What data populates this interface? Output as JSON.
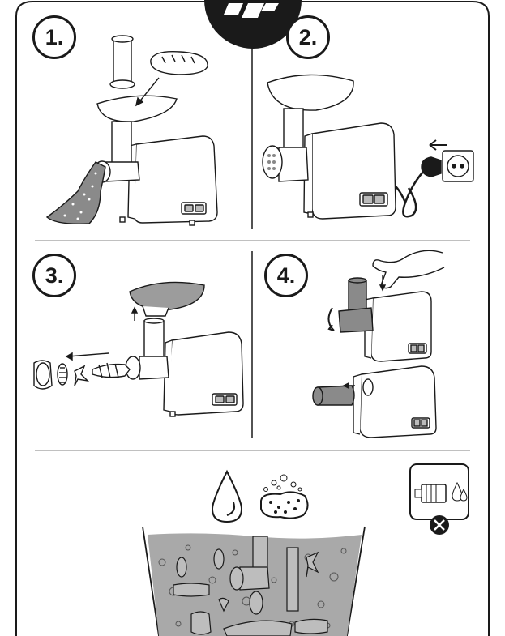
{
  "steps": [
    {
      "number_label": "1."
    },
    {
      "number_label": "2."
    },
    {
      "number_label": "3."
    },
    {
      "number_label": "4."
    }
  ],
  "colors": {
    "outline": "#1a1a1a",
    "meat": "#8a8a8a",
    "water": "#a9a9a9",
    "appliance_fill": "#ffffff",
    "tray_shade": "#9c9c9c"
  },
  "icons": {
    "header": "brand-logo-icon",
    "cleaning": [
      "water-drop-icon",
      "sponge-icon",
      "motor-in-water-icon",
      "prohibited-icon"
    ]
  }
}
